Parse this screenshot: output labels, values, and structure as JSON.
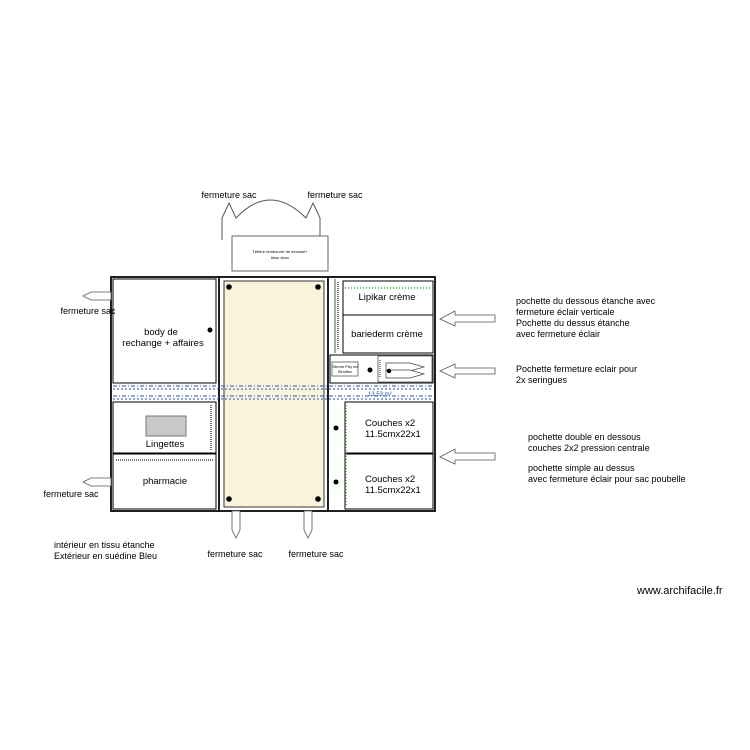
{
  "labels": {
    "fermeture_top_left": "fermeture sac",
    "fermeture_top_right": "fermeture sac",
    "fermeture_left_top": "fermeture sac",
    "fermeture_left_bottom": "fermeture sac",
    "fermeture_bottom_left": "fermeture sac",
    "fermeture_bottom_right": "fermeture sac",
    "handle_text_1": "Tétière rembourré de mousse+",
    "handle_text_2": "tissu doux",
    "body_rechange_1": "body de",
    "body_rechange_2": "rechange + affaires",
    "lingettes": "Lingettes",
    "pharmacie": "pharmacie",
    "lipikar": "Lipikar crème",
    "bariederm": "bariederm crème",
    "small_box_1": "Serum Phy ed",
    "small_box_2": "Sinuflux",
    "area": "13.53 m²",
    "couches_1_l1": "Couches x2",
    "couches_1_l2": "11.5cmx22x1",
    "couches_2_l1": "Couches x2",
    "couches_2_l2": "11.5cmx22x1",
    "note_1_l1": "pochette du dessous étanche avec",
    "note_1_l2": "fermeture éclair verticale",
    "note_1_l3": "Pochette du dessus étanche",
    "note_1_l4": "avec fermeture éclair",
    "note_2_l1": "Pochette fermeture eclair  pour",
    "note_2_l2": "2x seringues",
    "note_3_l1": "pochette double en dessous",
    "note_3_l2": "couches 2x2  pression centrale",
    "note_3_l3": "pochette simple au dessus",
    "note_3_l4": "avec fermeture éclair pour sac poubelle",
    "material_l1": "intérieur en tissu étanche",
    "material_l2": "Extérieur en suédine Bleu",
    "watermark": "www.archifacile.fr"
  },
  "colors": {
    "center_panel": "#f9f3dc",
    "dotted_blue": "#2a4fb5",
    "dotted_green": "#33b233",
    "grey_box": "#c8c8c8"
  }
}
